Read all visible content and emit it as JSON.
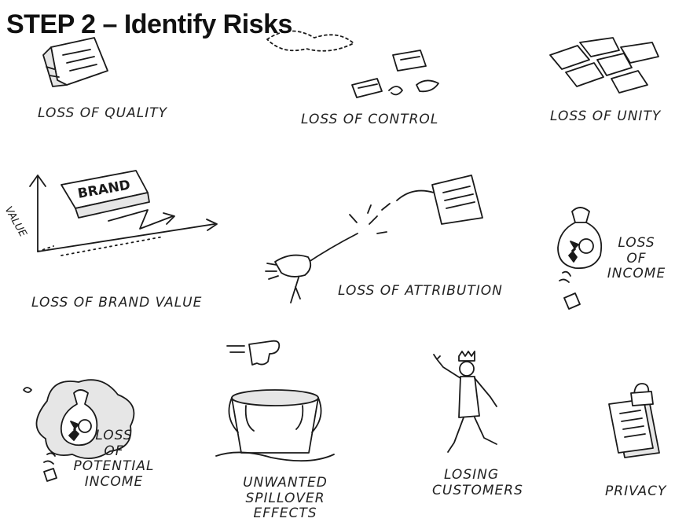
{
  "slide": {
    "title": "STEP 2 – Identify Risks"
  },
  "risks": [
    {
      "id": "quality",
      "label": "LOSS OF QUALITY",
      "icon": "torn-paper-icon"
    },
    {
      "id": "control",
      "label": "LOSS OF CONTROL",
      "icon": "flying-papers-icon"
    },
    {
      "id": "unity",
      "label": "LOSS OF UNITY",
      "icon": "broken-pieces-icon"
    },
    {
      "id": "brand",
      "label": "LOSS OF BRAND VALUE",
      "icon": "brand-block-chart-icon",
      "sign": "BRAND",
      "axis": "VALUE"
    },
    {
      "id": "attribution",
      "label": "LOSS OF ATTRIBUTION",
      "icon": "snapped-rope-icon"
    },
    {
      "id": "income",
      "lines": [
        "LOSS",
        "OF",
        "INCOME"
      ],
      "icon": "euro-money-bag-icon"
    },
    {
      "id": "potential",
      "lines": [
        "LOSS",
        "OF",
        "POTENTIAL",
        "INCOME"
      ],
      "icon": "money-bag-cloud-icon"
    },
    {
      "id": "spillover",
      "lines": [
        "UNWANTED SPILLOVER",
        "EFFECTS"
      ],
      "icon": "overflowing-bucket-icon"
    },
    {
      "id": "customers",
      "lines": [
        "LOSING",
        "CUSTOMERS"
      ],
      "icon": "walking-king-icon"
    },
    {
      "id": "privacy",
      "label": "PRIVACY",
      "icon": "locked-documents-icon"
    }
  ],
  "colors": {
    "ink": "#1a1a1a",
    "background": "#ffffff",
    "shade": "#e6e6e6"
  }
}
